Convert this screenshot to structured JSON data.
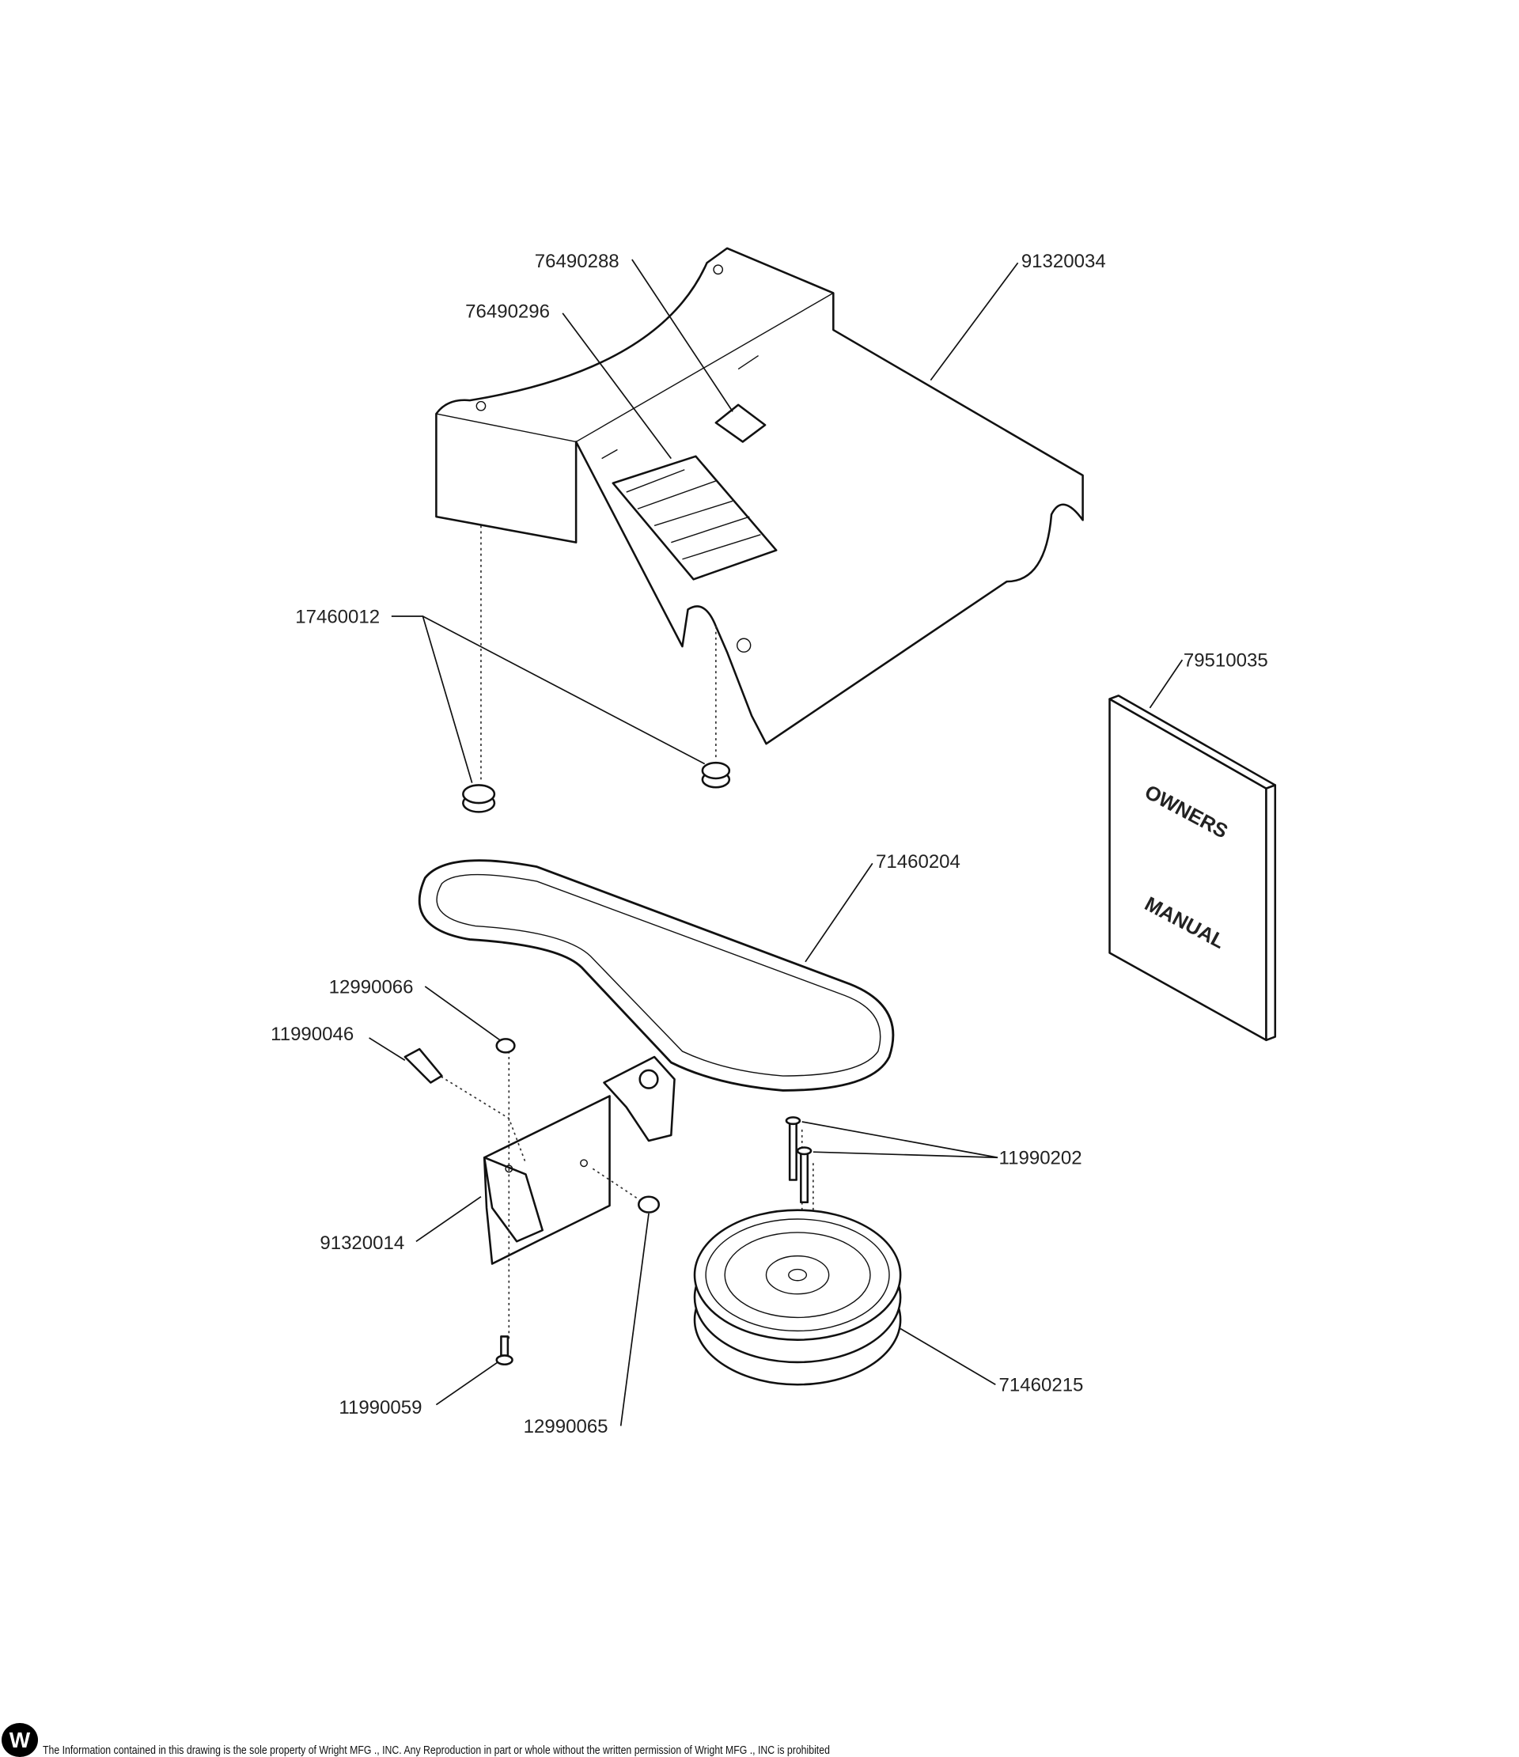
{
  "labels": {
    "p76490288": "76490288",
    "p91320034": "91320034",
    "p76490296": "76490296",
    "p17460012": "17460012",
    "p79510035": "79510035",
    "p71460204": "71460204",
    "p12990066": "12990066",
    "p11990046": "11990046",
    "p11990202": "11990202",
    "p91320014": "91320014",
    "p71460215": "71460215",
    "p11990059": "11990059",
    "p12990065": "12990065"
  },
  "manual": {
    "line1": "OWNERS",
    "line2": "MANUAL"
  },
  "footer": {
    "logo": "W",
    "notice": "The Information contained in this drawing is the sole property of Wright MFG ., INC. Any Reproduction in part or whole without the written permission of Wright MFG ., INC is prohibited"
  }
}
